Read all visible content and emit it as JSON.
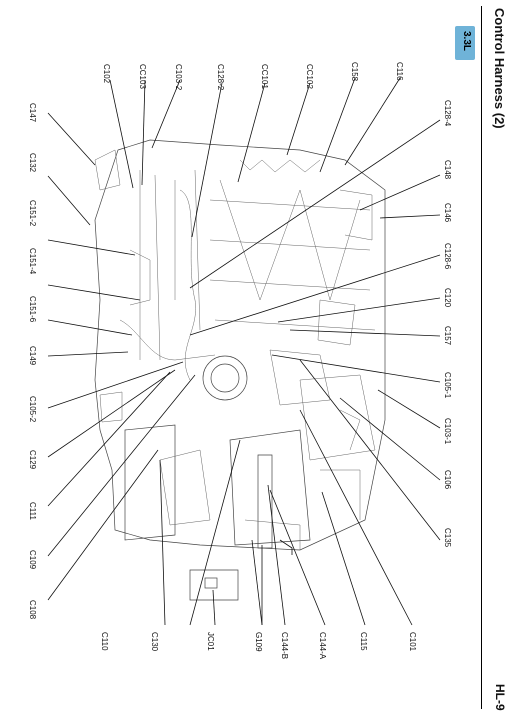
{
  "header": {
    "title": "Control Harness (2)",
    "page_number": "HL-9",
    "engine_badge": "3.3L"
  },
  "labels": {
    "C147": "C147",
    "C132": "C132",
    "C151_2": "C151-2",
    "C151_4": "C151-4",
    "C151_6": "C151-6",
    "C149": "C149",
    "C105_2": "C105-2",
    "C129": "C129",
    "C111": "C111",
    "C109": "C109",
    "C108": "C108",
    "C102": "C102",
    "CC103": "CC103",
    "C103_2": "C103-2",
    "C128_2": "C128-2",
    "CC101": "CC101",
    "CC102": "CC102",
    "C158": "C158",
    "C116": "C116",
    "C128_4": "C128-4",
    "C148": "C148",
    "C146": "C146",
    "C128_6": "C128-6",
    "C120": "C120",
    "C157": "C157",
    "C105_1": "C105-1",
    "C103_1": "C103-1",
    "C106": "C106",
    "C135": "C135",
    "C110": "C110",
    "C130": "C130",
    "JC01": "JC01",
    "G109": "G109",
    "C144_B": "C144-B",
    "C144_A": "C144-A",
    "C115": "C115",
    "C101": "C101"
  }
}
